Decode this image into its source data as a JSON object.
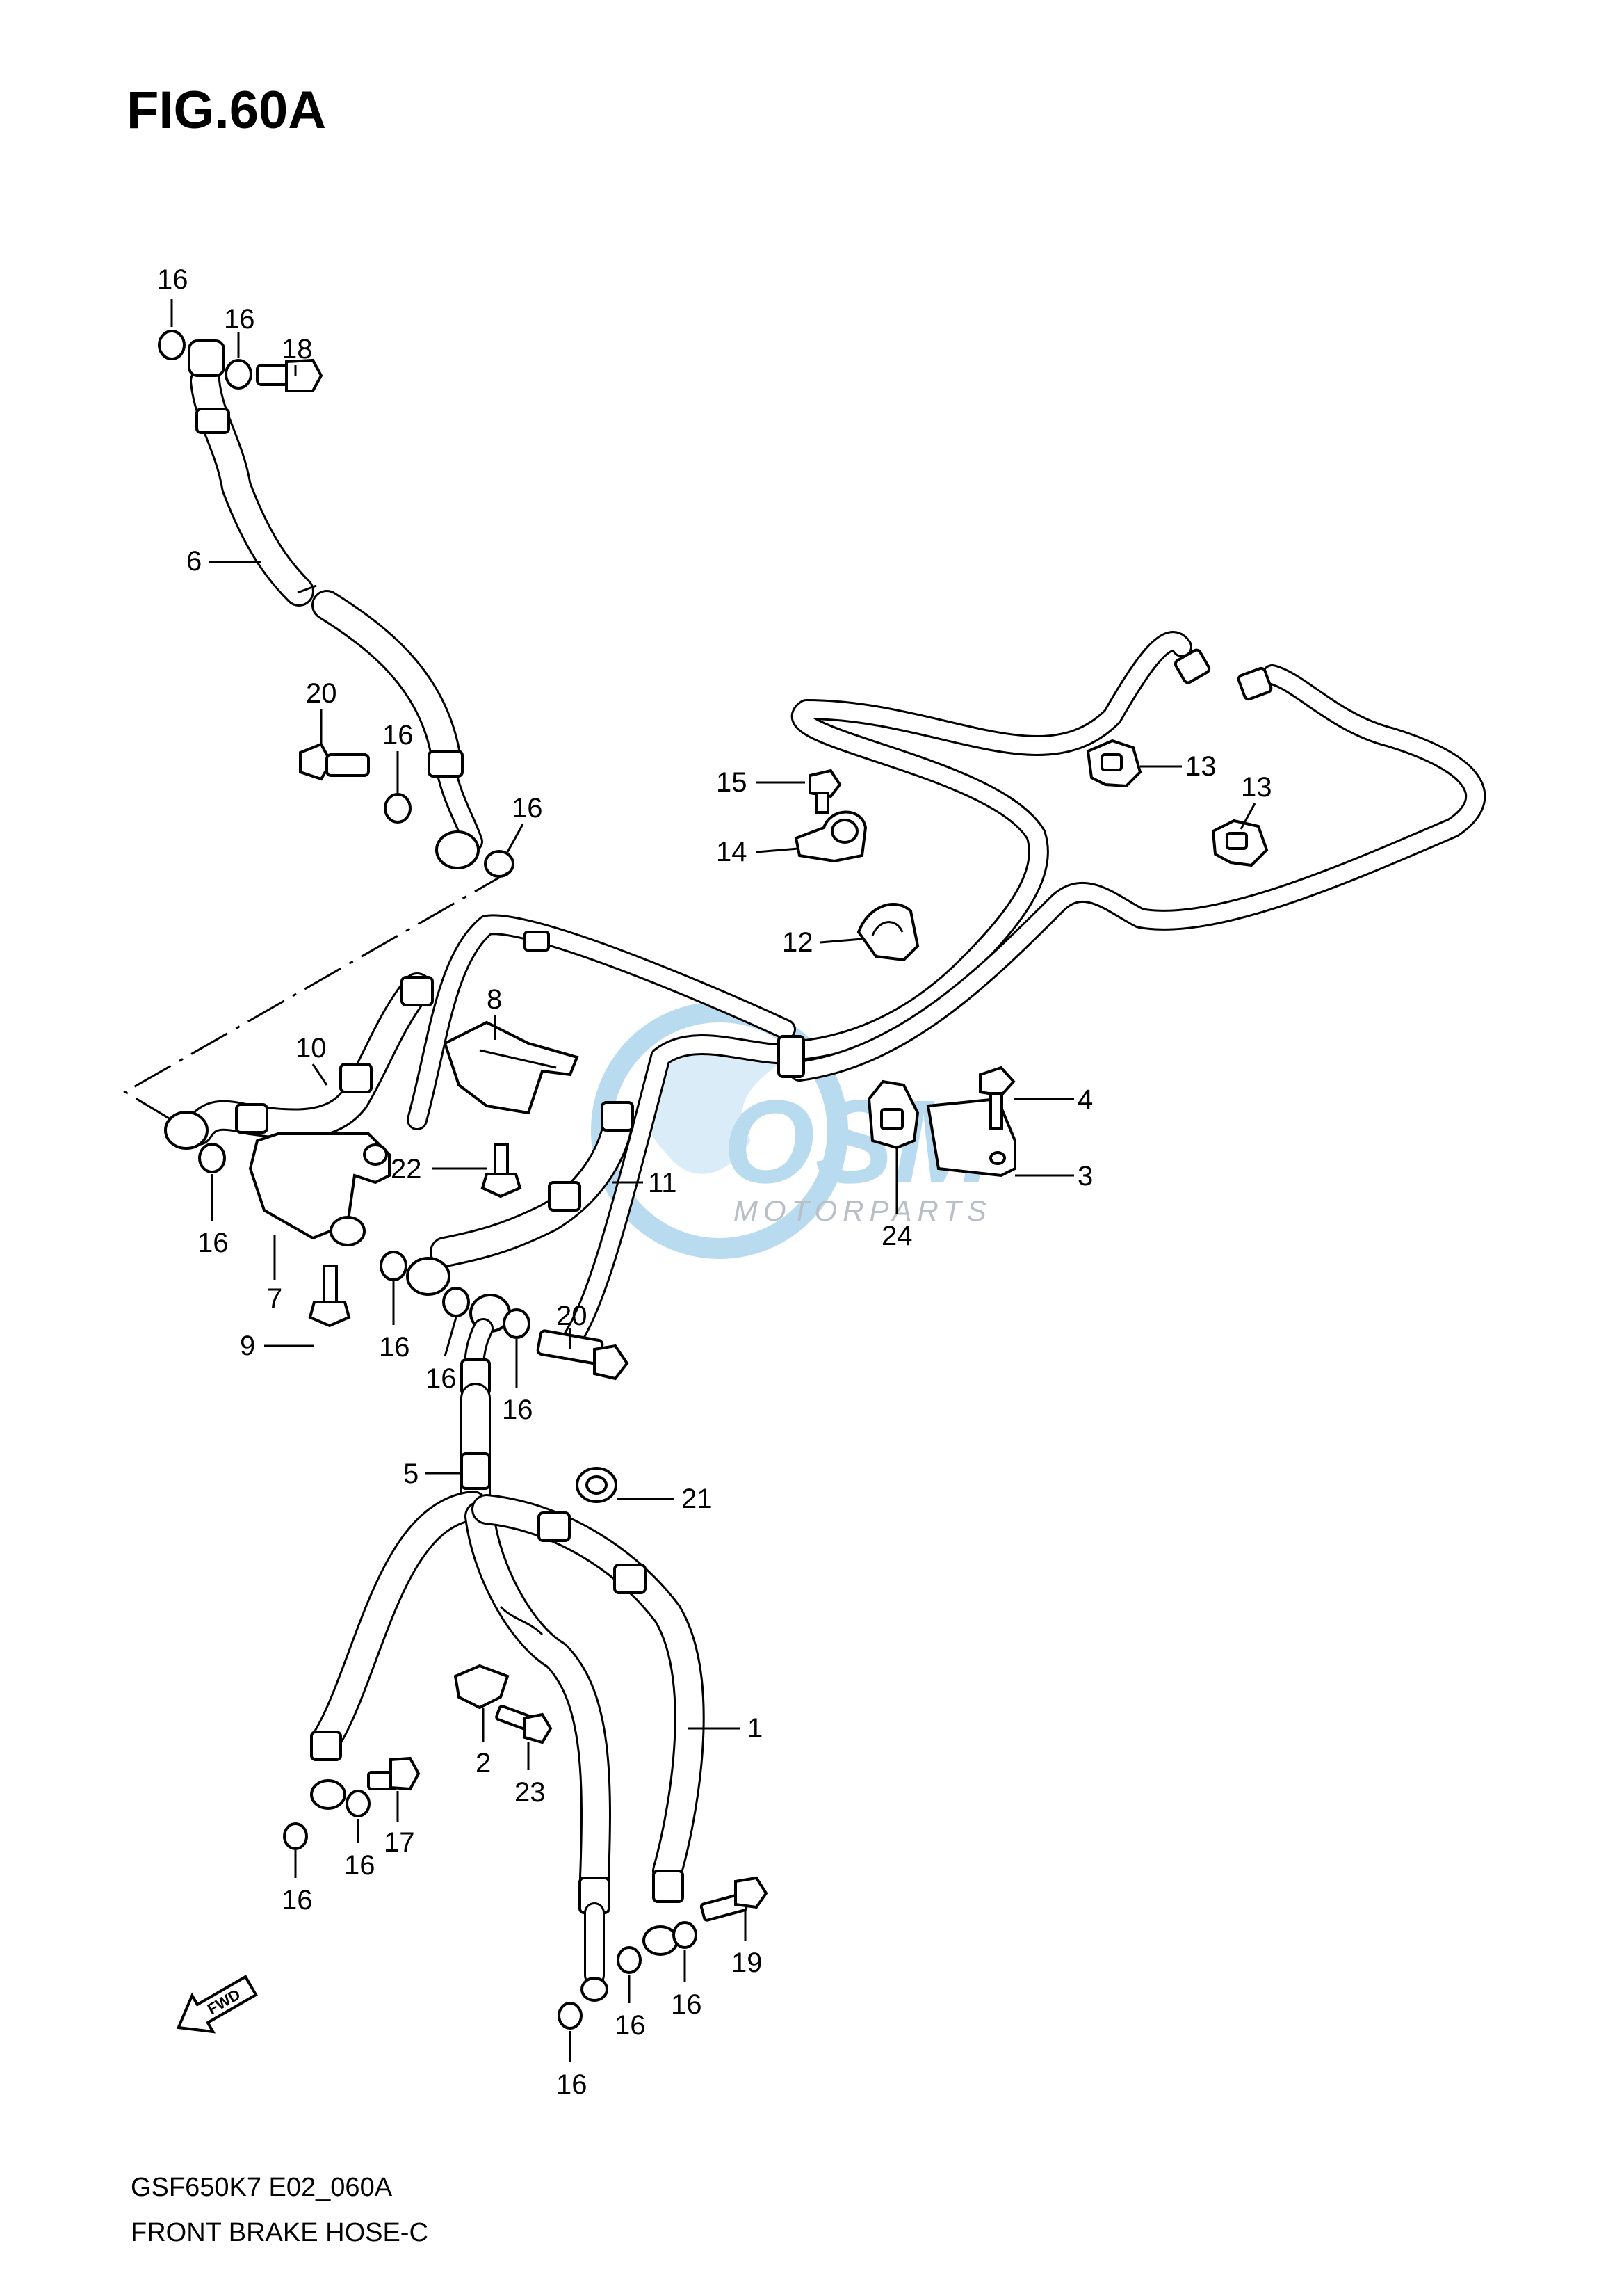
{
  "figure": {
    "title": "FIG.60A",
    "model_code": "GSF650K7 E02_060A",
    "caption": "FRONT BRAKE HOSE-C",
    "direction_mark": "FWD"
  },
  "watermark": {
    "brand": "OSM",
    "tagline": "MOTORPARTS",
    "color": "#b9dbf0"
  },
  "callouts": [
    {
      "id": "c-16a",
      "number": "16"
    },
    {
      "id": "c-16b",
      "number": "16"
    },
    {
      "id": "c-18",
      "number": "18"
    },
    {
      "id": "c-6",
      "number": "6"
    },
    {
      "id": "c-20a",
      "number": "20"
    },
    {
      "id": "c-16c",
      "number": "16"
    },
    {
      "id": "c-16d",
      "number": "16"
    },
    {
      "id": "c-15",
      "number": "15"
    },
    {
      "id": "c-14",
      "number": "14"
    },
    {
      "id": "c-13a",
      "number": "13"
    },
    {
      "id": "c-13b",
      "number": "13"
    },
    {
      "id": "c-12",
      "number": "12"
    },
    {
      "id": "c-8",
      "number": "8"
    },
    {
      "id": "c-10",
      "number": "10"
    },
    {
      "id": "c-4",
      "number": "4"
    },
    {
      "id": "c-3",
      "number": "3"
    },
    {
      "id": "c-24",
      "number": "24"
    },
    {
      "id": "c-22",
      "number": "22"
    },
    {
      "id": "c-11",
      "number": "11"
    },
    {
      "id": "c-16e",
      "number": "16"
    },
    {
      "id": "c-7",
      "number": "7"
    },
    {
      "id": "c-9",
      "number": "9"
    },
    {
      "id": "c-16f",
      "number": "16"
    },
    {
      "id": "c-16g",
      "number": "16"
    },
    {
      "id": "c-20b",
      "number": "20"
    },
    {
      "id": "c-16h",
      "number": "16"
    },
    {
      "id": "c-5",
      "number": "5"
    },
    {
      "id": "c-21",
      "number": "21"
    },
    {
      "id": "c-1",
      "number": "1"
    },
    {
      "id": "c-2",
      "number": "2"
    },
    {
      "id": "c-23",
      "number": "23"
    },
    {
      "id": "c-17",
      "number": "17"
    },
    {
      "id": "c-16i",
      "number": "16"
    },
    {
      "id": "c-16j",
      "number": "16"
    },
    {
      "id": "c-19",
      "number": "19"
    },
    {
      "id": "c-16k",
      "number": "16"
    },
    {
      "id": "c-16l",
      "number": "16"
    },
    {
      "id": "c-16m",
      "number": "16"
    }
  ]
}
